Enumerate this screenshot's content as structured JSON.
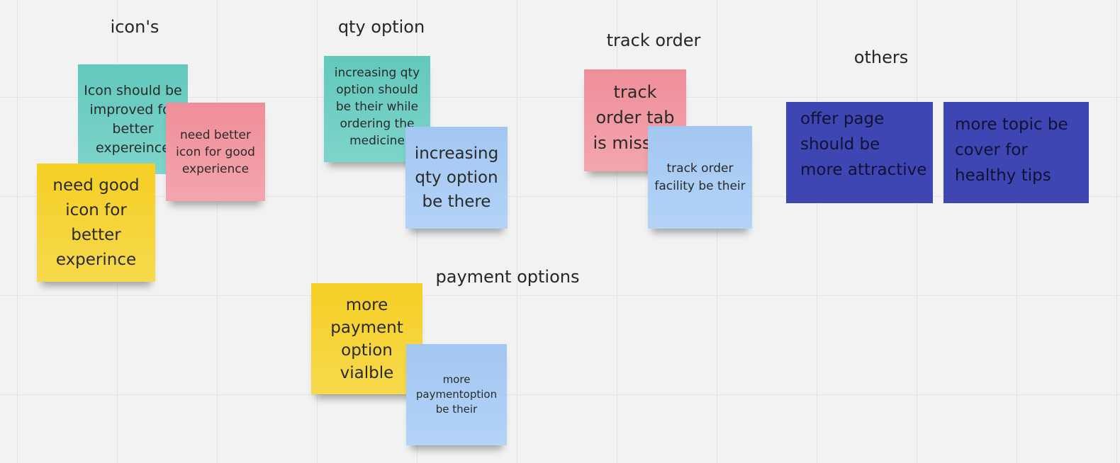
{
  "board": {
    "groups": {
      "icons": {
        "title": "icon's",
        "notes": [
          "Icon should be improved for better expereince",
          "need better icon for good experience",
          "need good icon for better experince"
        ]
      },
      "qty": {
        "title": "qty option",
        "notes": [
          "increasing qty option should be their while ordering the medicine",
          "increasing qty option be there"
        ]
      },
      "track": {
        "title": "track order",
        "notes": [
          "track order tab is missing",
          "track order facility be their"
        ]
      },
      "others": {
        "title": "others",
        "notes": [
          "offer page should be more attractive",
          "more topic be cover for healthy tips"
        ]
      },
      "payment": {
        "title": "payment options",
        "notes": [
          "more payment option vialble",
          "more paymentoption be their"
        ]
      }
    }
  },
  "colors": {
    "teal": "#6ccdc3",
    "pink": "#f199a4",
    "yellow": "#f6d335",
    "blue": "#abcdf5",
    "indigo": "#3e46b4",
    "canvas": "#f2f2f2"
  }
}
